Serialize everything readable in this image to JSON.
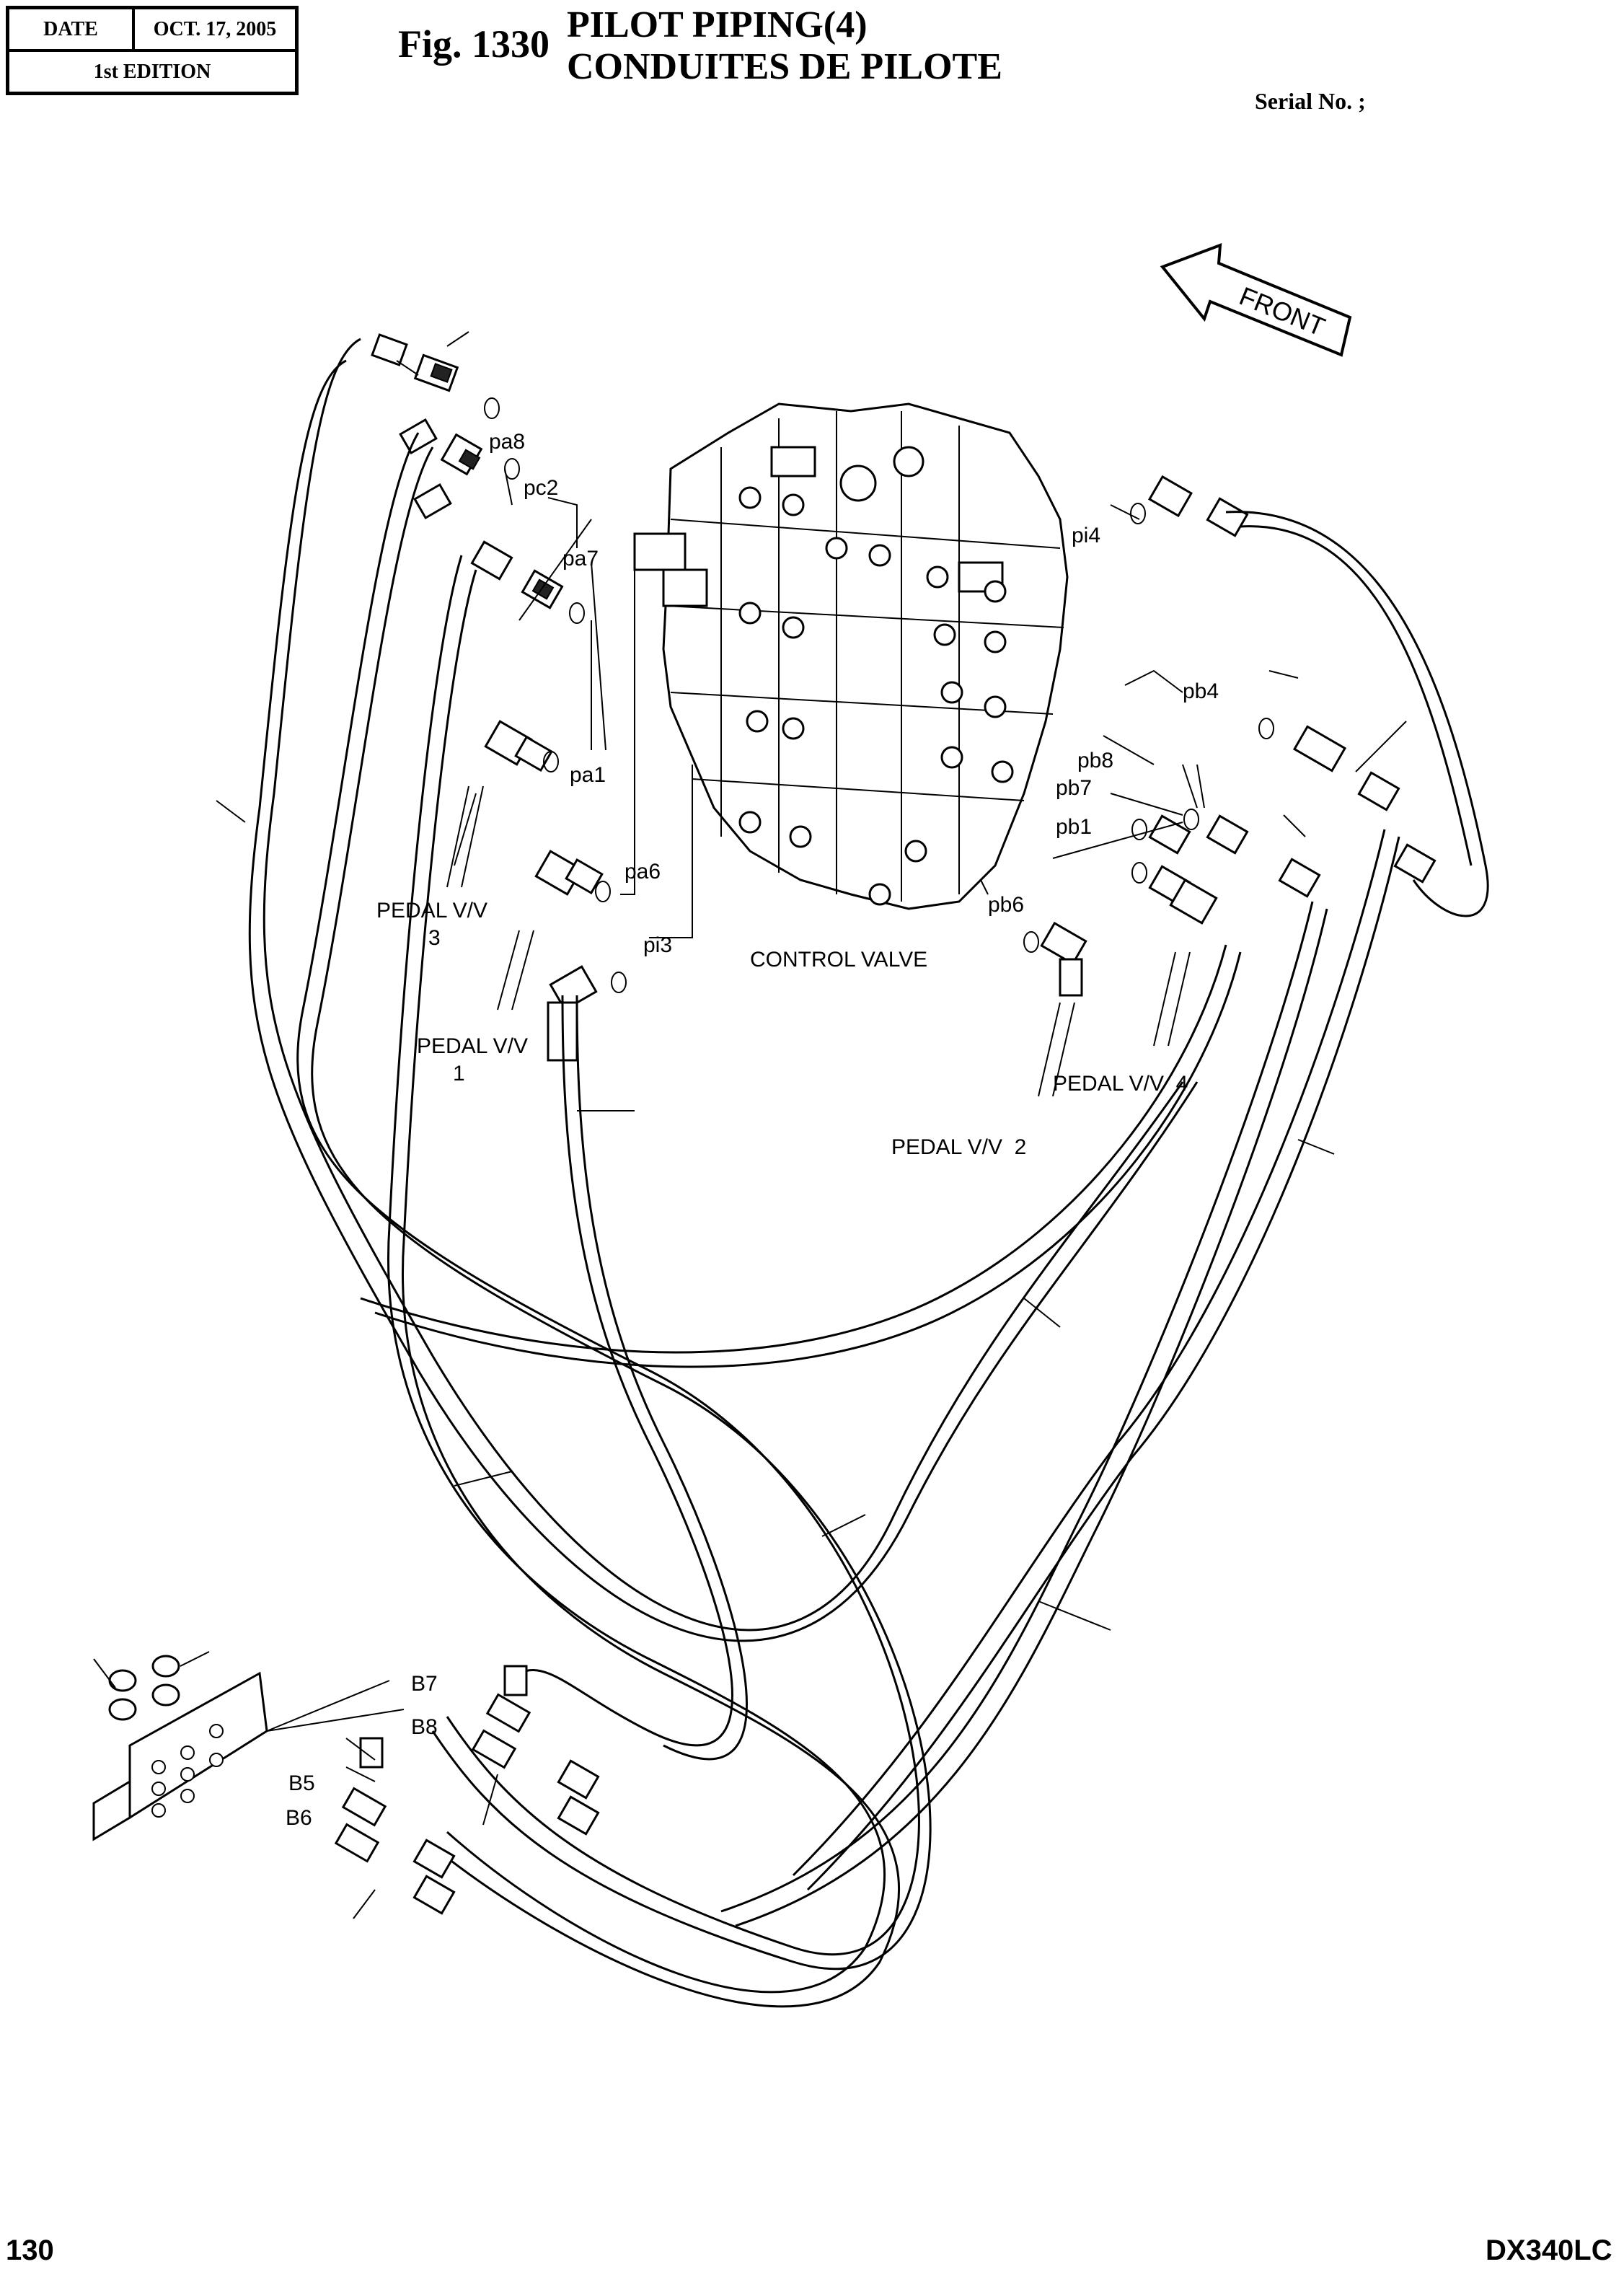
{
  "header": {
    "date_label": "DATE",
    "date_value": "OCT. 17, 2005",
    "edition": "1st EDITION",
    "fig_number": "Fig. 1330",
    "title_line1": "PILOT PIPING(4)",
    "title_line2": "CONDUITES DE PILOTE",
    "serial": "Serial No. ;"
  },
  "diagram": {
    "front_label": "FRONT",
    "control_valve": "CONTROL VALVE",
    "ports": {
      "pa8": "pa8",
      "pc2": "pc2",
      "pa7": "pa7",
      "pa1": "pa1",
      "pa6": "pa6",
      "pi3": "pi3",
      "pi4": "pi4",
      "pb4": "pb4",
      "pb8": "pb8",
      "pb7": "pb7",
      "pb1": "pb1",
      "pb6": "pb6",
      "B7": "B7",
      "B8": "B8",
      "B5": "B5",
      "B6": "B6"
    },
    "pedals": {
      "pv3_line1": "PEDAL V/V",
      "pv3_line2": "3",
      "pv1_line1": "PEDAL V/V",
      "pv1_line2": "1",
      "pv4": "PEDAL V/V  4",
      "pv2": "PEDAL V/V  2"
    },
    "colors": {
      "line": "#000000",
      "background": "#ffffff"
    }
  },
  "footer": {
    "page_number": "130",
    "model": "DX340LC"
  }
}
